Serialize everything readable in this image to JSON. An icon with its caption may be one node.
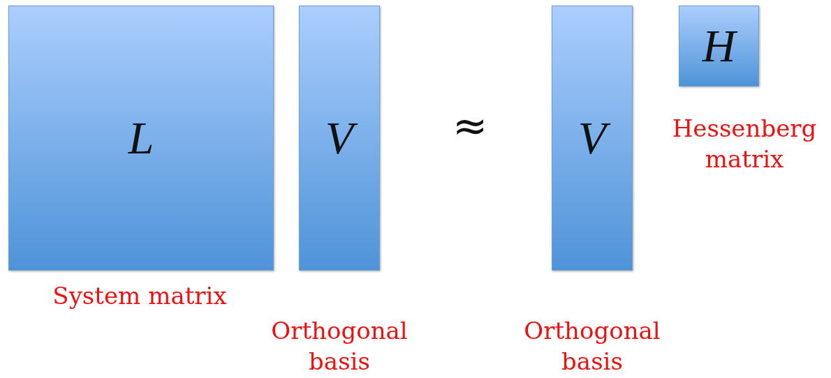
{
  "diagram": {
    "nodes": [
      {
        "text": [
          "L"
        ],
        "beside": [
          "System matrix"
        ]
      },
      {
        "text": [
          "V"
        ],
        "beside": [
          "Orthogonal basis"
        ]
      },
      {
        "text": [
          "V"
        ],
        "beside": [
          "Orthogonal basis"
        ]
      },
      {
        "text": [
          "H"
        ],
        "beside": [
          "Hessenberg matrix"
        ]
      }
    ],
    "labels": [
      "≈"
    ]
  }
}
